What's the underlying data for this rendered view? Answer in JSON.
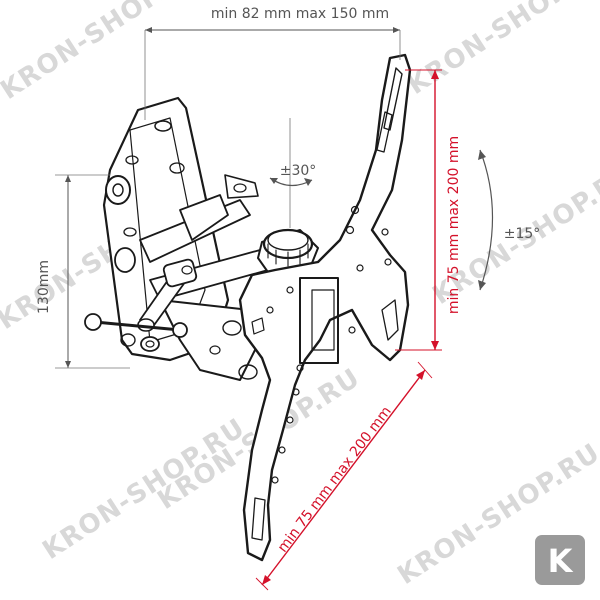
{
  "dimensions": {
    "top_width": "min 82 mm max 150 mm",
    "left_height": "130mm",
    "rotation": "±30°",
    "tilt": "±15°",
    "vesa_vertical": "min 75 mm max 200 mm",
    "vesa_horizontal": "min 75 mm max 200 mm"
  },
  "watermark": {
    "text": "KRON-SHOP.RU",
    "logo_letter": "K"
  },
  "colors": {
    "accent_red": "#d4112a",
    "dim_gray": "#555555",
    "watermark_gray": "#d8d8d8",
    "logo_bg": "#9a9a9a"
  }
}
